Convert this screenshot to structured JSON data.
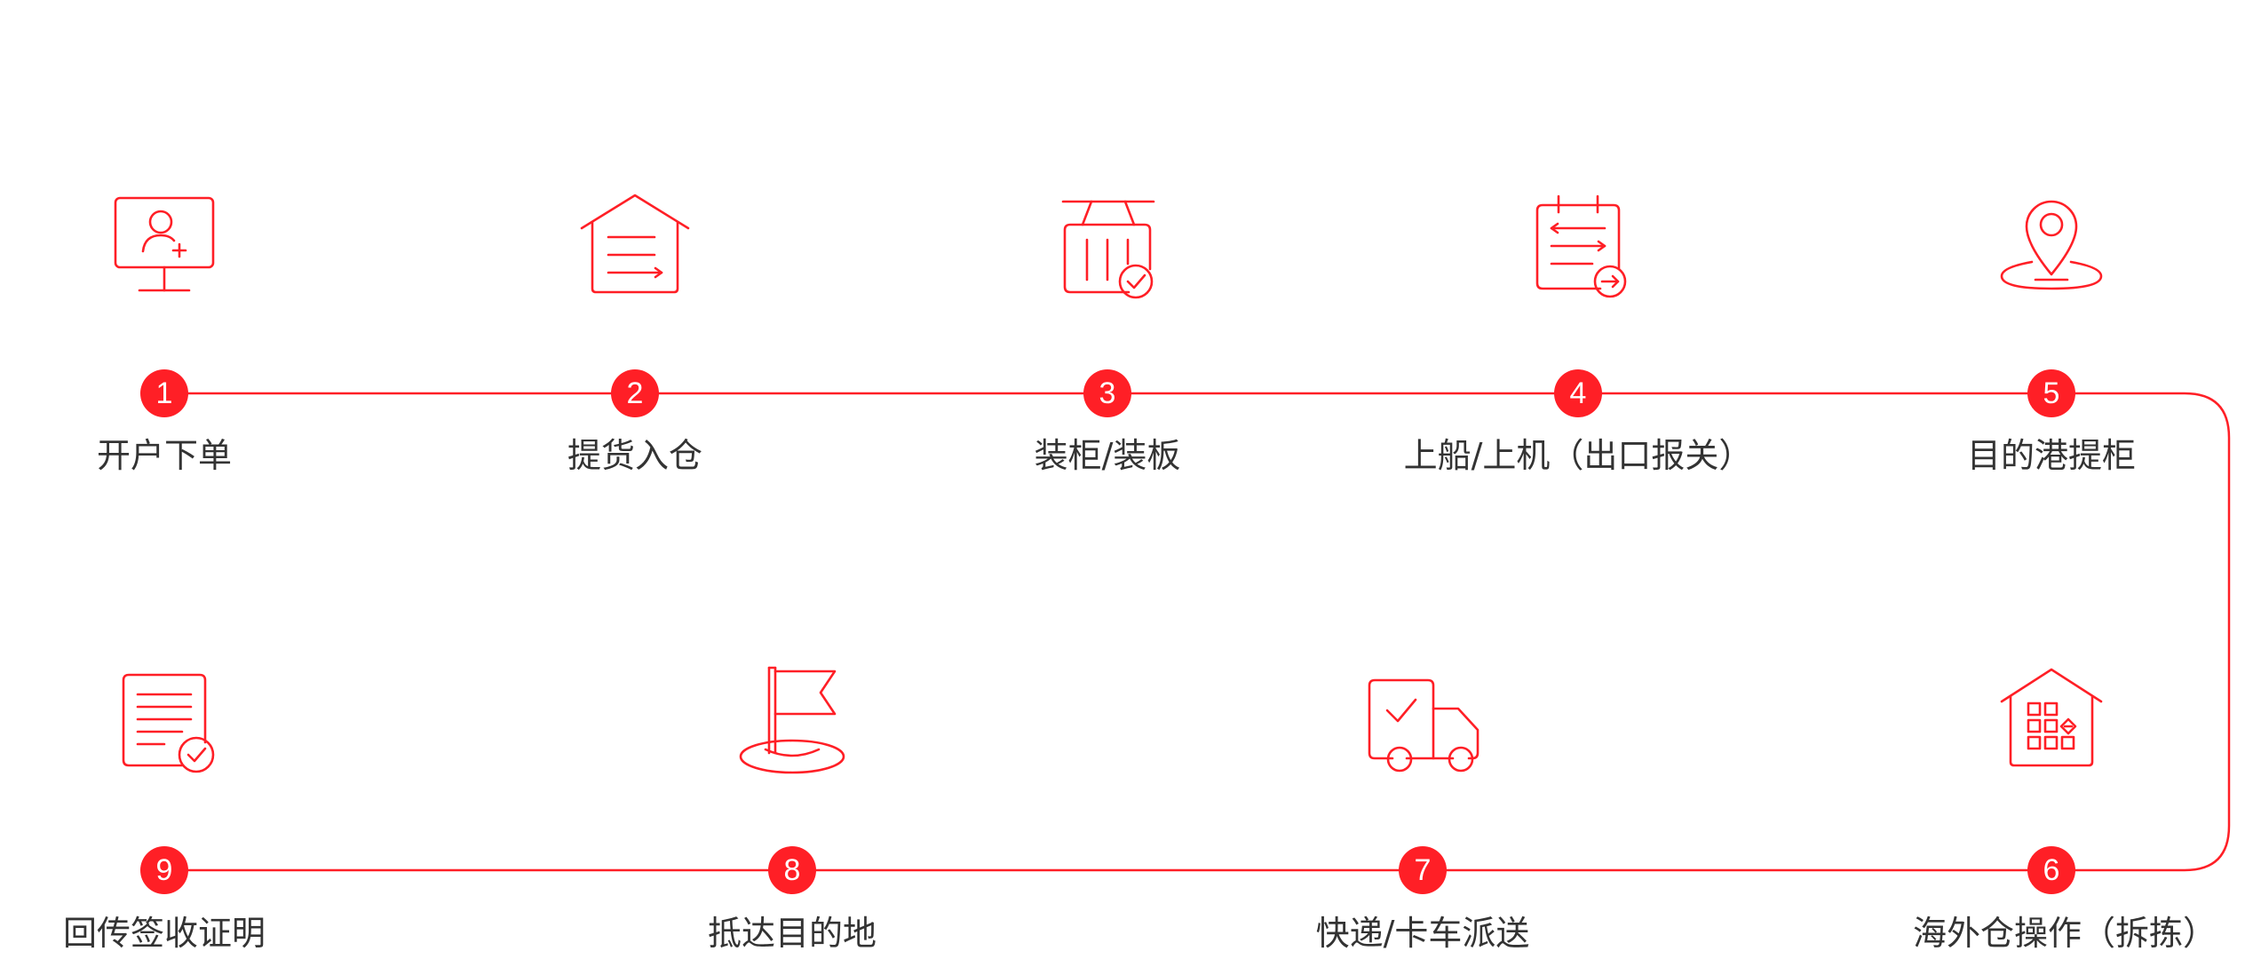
{
  "accent_color": "#ff1f26",
  "text_color": "#333333",
  "steps": [
    {
      "num": "1",
      "label": "开户下单",
      "icon": "monitor-add-user-icon"
    },
    {
      "num": "2",
      "label": "提货入仓",
      "icon": "warehouse-icon"
    },
    {
      "num": "3",
      "label": "装柜/装板",
      "icon": "container-loading-icon"
    },
    {
      "num": "4",
      "label": "上船/上机（出口报关）",
      "icon": "customs-document-icon"
    },
    {
      "num": "5",
      "label": "目的港提柜",
      "icon": "location-pin-icon"
    },
    {
      "num": "6",
      "label": "海外仓操作（拆拣）",
      "icon": "overseas-warehouse-icon"
    },
    {
      "num": "7",
      "label": "快递/卡车派送",
      "icon": "delivery-truck-icon"
    },
    {
      "num": "8",
      "label": "抵达目的地",
      "icon": "destination-flag-icon"
    },
    {
      "num": "9",
      "label": "回传签收证明",
      "icon": "signed-receipt-icon"
    }
  ]
}
